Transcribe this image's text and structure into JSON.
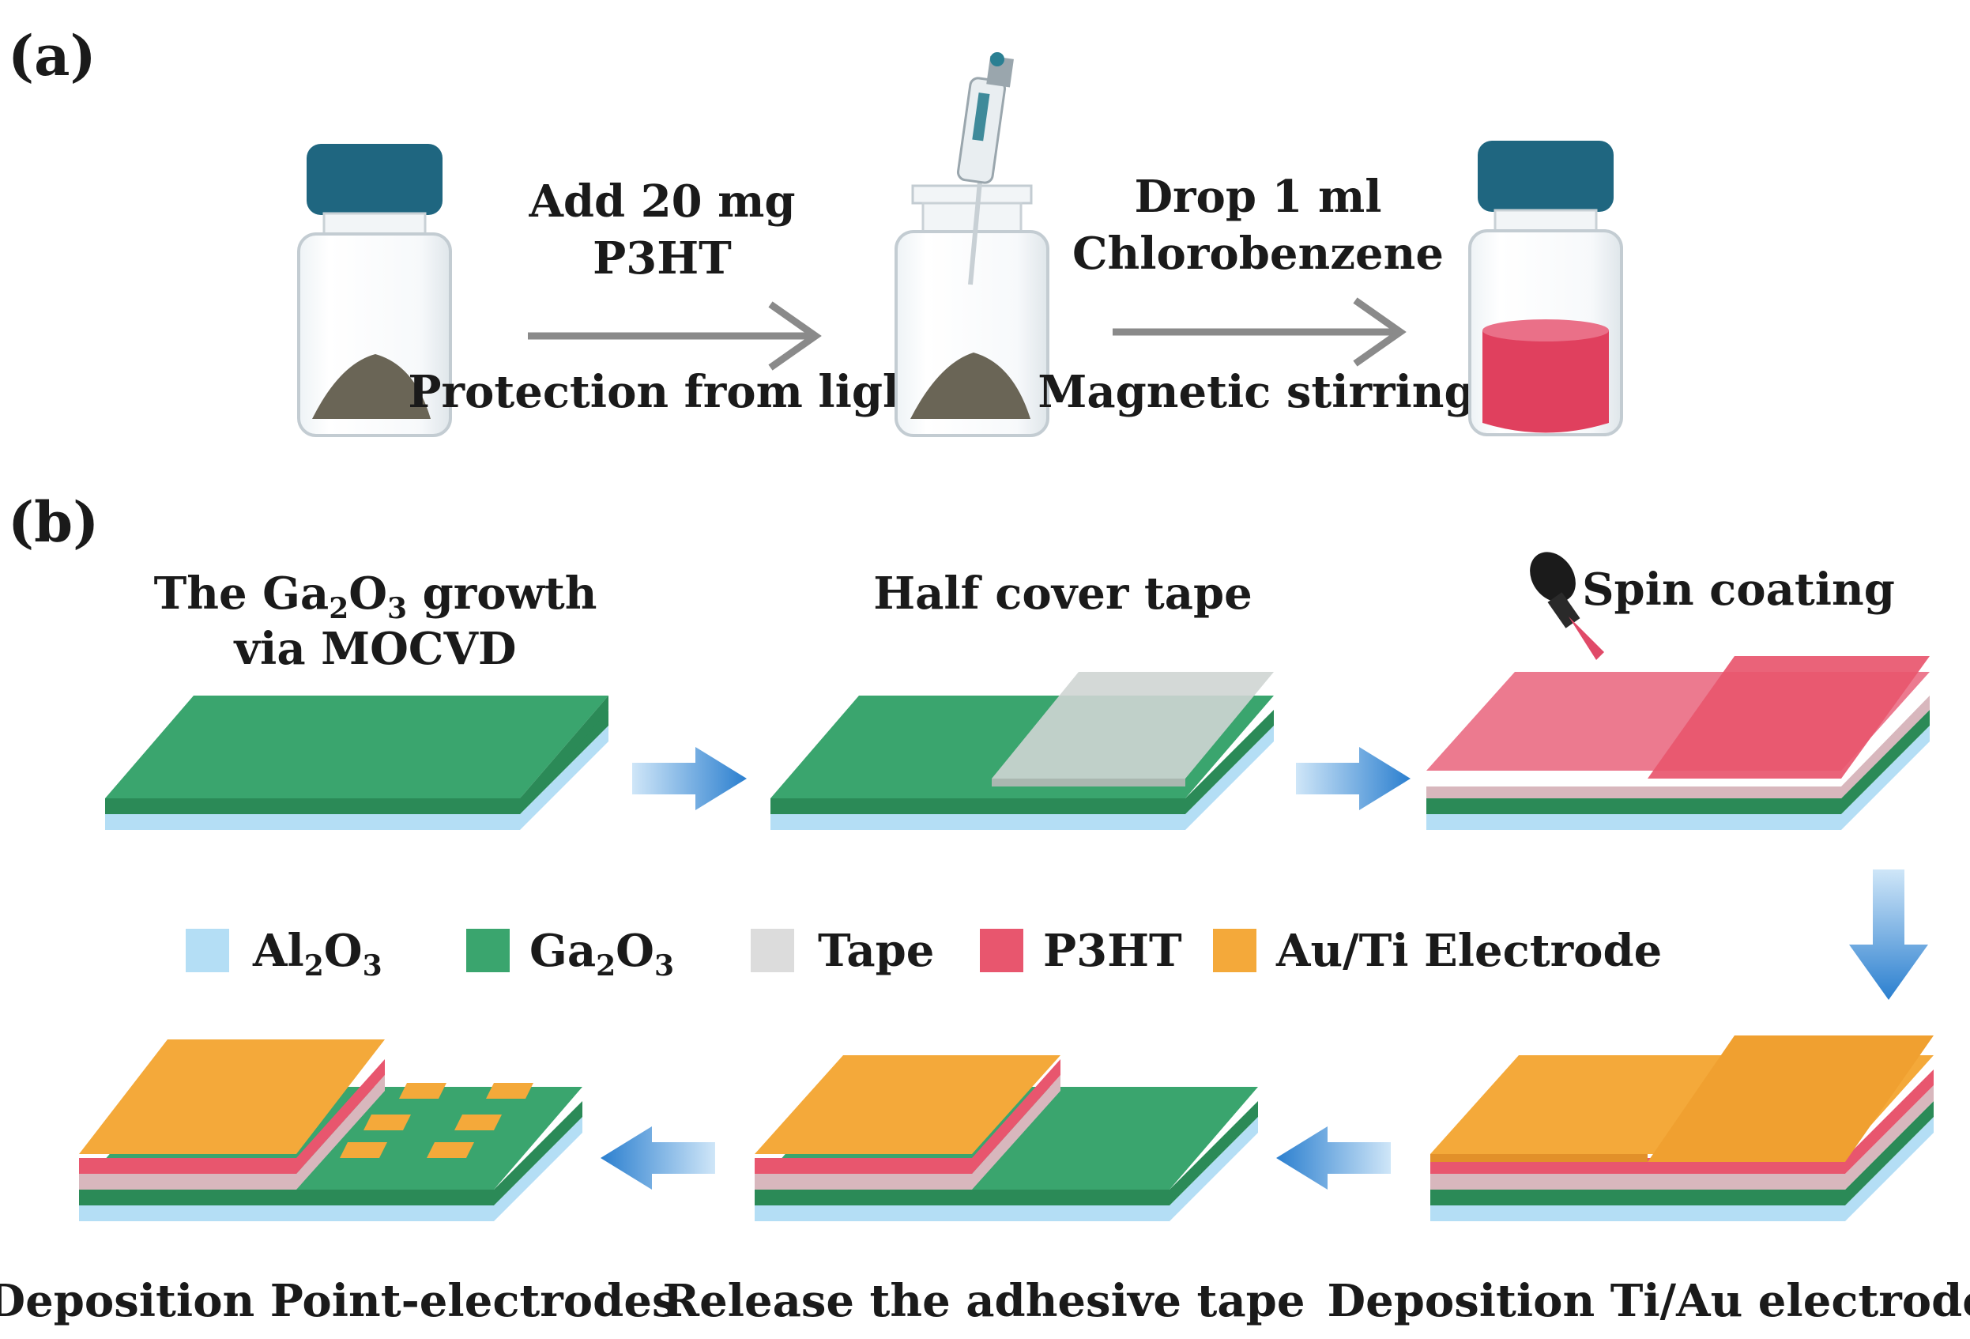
{
  "panels": {
    "a": "(a)",
    "b": "(b)"
  },
  "part_a": {
    "step1_top": [
      "Add 20 mg",
      "P3HT"
    ],
    "step1_bottom": "Protection from light",
    "step2_top": [
      "Drop 1 ml",
      "Chlorobenzene"
    ],
    "step2_bottom": "Magnetic stirring"
  },
  "part_b": {
    "stage1": [
      "The Ga",
      "2",
      "O",
      "3",
      " growth",
      "via MOCVD"
    ],
    "stage2": "Half cover tape",
    "stage3": "Spin coating",
    "stage4": "Deposition  Ti/Au electrodes",
    "stage5": "Release the adhesive tape",
    "stage6": "Deposition  Point-electrodes"
  },
  "legend": [
    {
      "key": "al2o3",
      "parts": [
        "Al",
        "2",
        "O",
        "3"
      ],
      "color": "#b4def5"
    },
    {
      "key": "ga2o3",
      "parts": [
        "Ga",
        "2",
        "O",
        "3"
      ],
      "color": "#3aa56e"
    },
    {
      "key": "tape",
      "parts": [
        "Tape"
      ],
      "color": "#dcdcdc"
    },
    {
      "key": "p3ht",
      "parts": [
        "P3HT"
      ],
      "color": "#e8566e"
    },
    {
      "key": "auti",
      "parts": [
        "Au/Ti  Electrode"
      ],
      "color": "#f4a93a"
    }
  ],
  "colors": {
    "al2o3": "#b4def5",
    "ga2o3": "#3aa56e",
    "ga2o3_dark": "#2b8a57",
    "tape": "#dcdcdc",
    "p3ht": "#e8566e",
    "gold": "#f4a93a",
    "gold_dark": "#e2902a",
    "cap": "#1f6680",
    "arrow_gray": "#8a8a8a",
    "arrow_blue": "#2b7fcf",
    "powder": "#6a6556",
    "solution": "#e0405e"
  }
}
